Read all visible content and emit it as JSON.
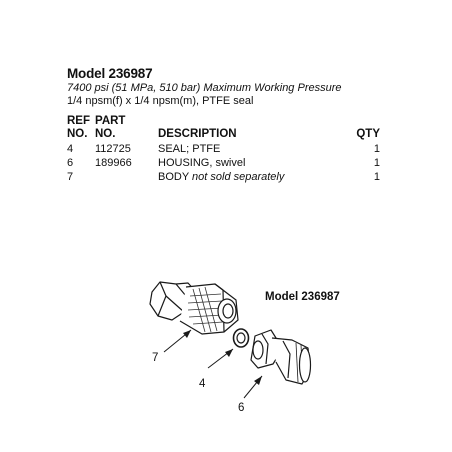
{
  "header": {
    "title": "Model 236987",
    "pressure_line": "7400 psi (51 MPa, 510 bar) Maximum Working Pressure",
    "thread_line": "1/4 npsm(f) x 1/4 npsm(m), PTFE seal"
  },
  "table": {
    "headers": {
      "ref_top": "REF",
      "part_top": "PART",
      "ref": "NO.",
      "part": "NO.",
      "description": "DESCRIPTION",
      "qty": "QTY"
    },
    "rows": [
      {
        "ref": "4",
        "part": "112725",
        "description": "SEAL; PTFE",
        "note": "",
        "qty": "1"
      },
      {
        "ref": "6",
        "part": "189966",
        "description": "HOUSING, swivel",
        "note": "",
        "qty": "1"
      },
      {
        "ref": "7",
        "part": "",
        "description": "BODY ",
        "note": "not sold separately",
        "qty": "1"
      }
    ]
  },
  "diagram": {
    "model_label": "Model 236987",
    "callouts": [
      "7",
      "4",
      "6"
    ]
  }
}
